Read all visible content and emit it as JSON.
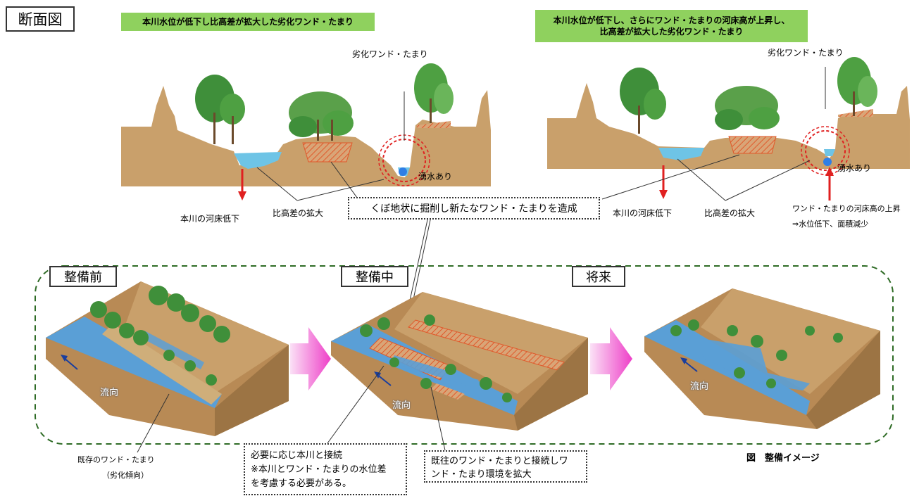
{
  "title": "断面図",
  "top_left": {
    "banner": "本川水位が低下し比高差が拡大した劣化ワンド・たまり",
    "degraded_label": "劣化ワンド・たまり",
    "spring_label": "湧水あり",
    "riverbed_label": "本川の河床低下",
    "height_label": "比高差の拡大"
  },
  "top_right": {
    "banner_line1": "本川水位が低下し、さらにワンド・たまりの河床高が上昇し、",
    "banner_line2": "比高差が拡大した劣化ワンド・たまり",
    "degraded_label": "劣化ワンド・たまり",
    "spring_label": "湧水あり",
    "riverbed_label": "本川の河床低下",
    "height_label": "比高差の拡大",
    "rise_label": "ワンド・たまりの河床高の上昇",
    "result_label": "⇒水位低下、面積減少"
  },
  "center_note": "くぼ地状に掘削し新たなワンド・たまりを造成",
  "phases": {
    "before": "整備前",
    "during": "整備中",
    "future": "将来"
  },
  "flow_label": "流向",
  "existing_label": "既存のワンド・たまり",
  "existing_sub": "（劣化傾向）",
  "connect_box": {
    "line1": "必要に応じ本川と接続",
    "line2": "※本川とワンド・たまりの水位差",
    "line3": "を考慮する必要がある。"
  },
  "expand_box": {
    "line1": "既往のワンド・たまりと接続しワ",
    "line2": "ンド・たまり環境を拡大"
  },
  "caption": "図　整備イメージ",
  "colors": {
    "banner": "#8fd15e",
    "ground": "#c9a06b",
    "water": "#6ec4e6",
    "river3d": "#5a9fd6",
    "tree": "#3f8f3a",
    "hatch": "#e0582a",
    "arrow_red": "#e02020",
    "arrow_pink": "#f05ad2",
    "dash_green": "#2e6b25"
  }
}
